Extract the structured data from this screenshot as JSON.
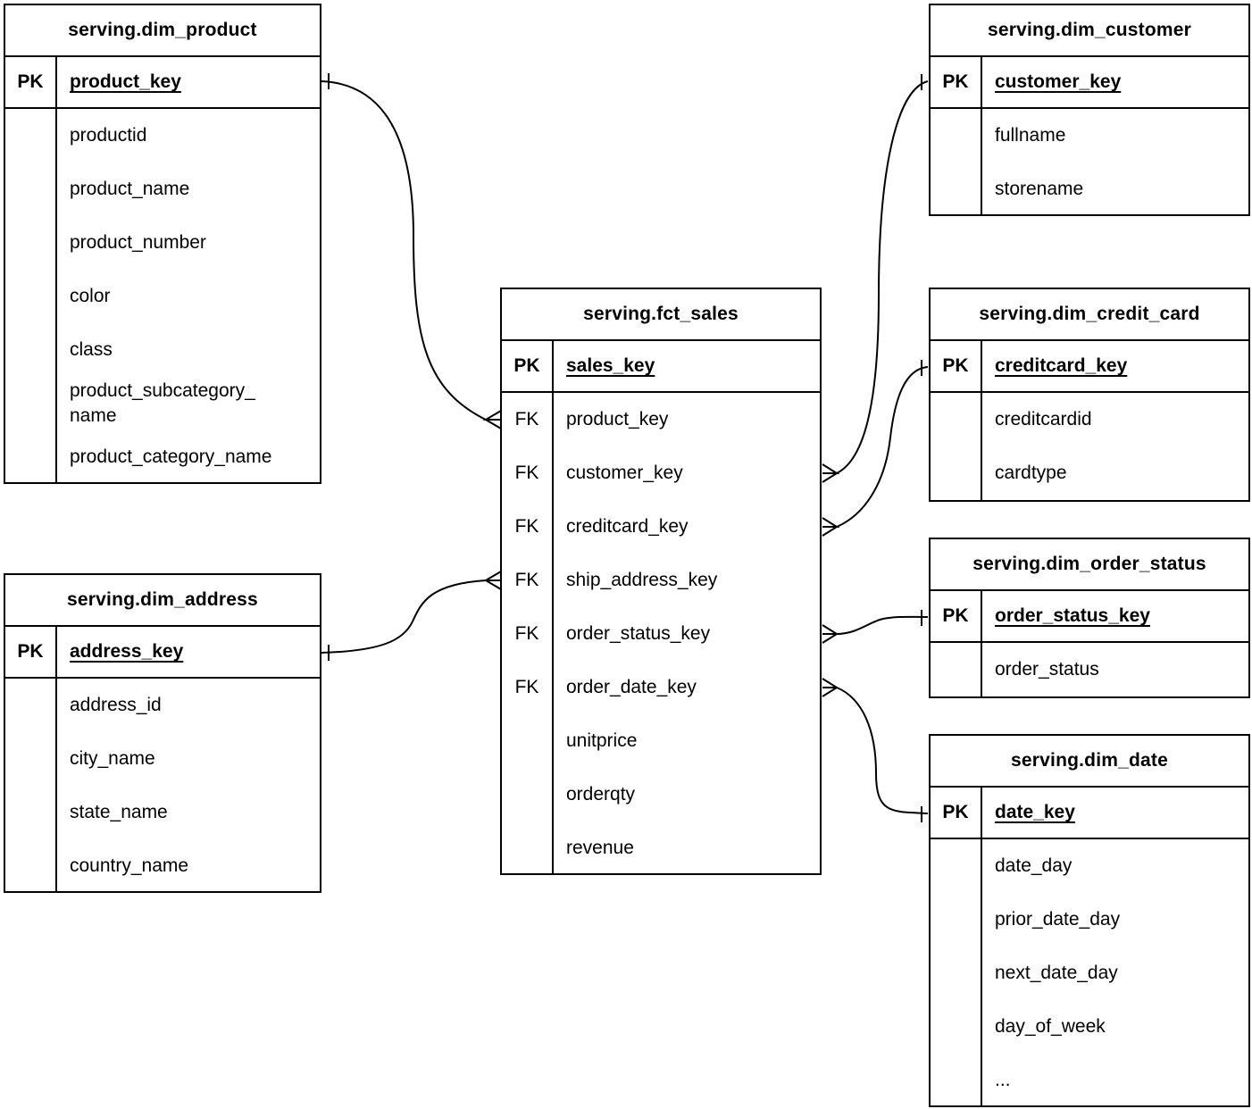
{
  "diagram": {
    "tables": {
      "dim_product": {
        "title": "serving.dim_product",
        "pk_tag": "PK",
        "pk_name": "product_key",
        "fields": [
          {
            "tag": "",
            "name": "productid"
          },
          {
            "tag": "",
            "name": "product_name"
          },
          {
            "tag": "",
            "name": "product_number"
          },
          {
            "tag": "",
            "name": "color"
          },
          {
            "tag": "",
            "name": "class"
          },
          {
            "tag": "",
            "name": "product_subcategory_\nname"
          },
          {
            "tag": "",
            "name": "product_category_name"
          }
        ]
      },
      "dim_customer": {
        "title": "serving.dim_customer",
        "pk_tag": "PK",
        "pk_name": "customer_key",
        "fields": [
          {
            "tag": "",
            "name": "fullname"
          },
          {
            "tag": "",
            "name": "storename"
          }
        ]
      },
      "fct_sales": {
        "title": "serving.fct_sales",
        "pk_tag": "PK",
        "pk_name": "sales_key",
        "fields": [
          {
            "tag": "FK",
            "name": "product_key"
          },
          {
            "tag": "FK",
            "name": "customer_key"
          },
          {
            "tag": "FK",
            "name": "creditcard_key"
          },
          {
            "tag": "FK",
            "name": "ship_address_key"
          },
          {
            "tag": "FK",
            "name": "order_status_key"
          },
          {
            "tag": "FK",
            "name": "order_date_key"
          },
          {
            "tag": "",
            "name": "unitprice"
          },
          {
            "tag": "",
            "name": "orderqty"
          },
          {
            "tag": "",
            "name": "revenue"
          }
        ]
      },
      "dim_credit_card": {
        "title": "serving.dim_credit_card",
        "pk_tag": "PK",
        "pk_name": "creditcard_key",
        "fields": [
          {
            "tag": "",
            "name": "creditcardid"
          },
          {
            "tag": "",
            "name": "cardtype"
          }
        ]
      },
      "dim_order_status": {
        "title": "serving.dim_order_status",
        "pk_tag": "PK",
        "pk_name": "order_status_key",
        "fields": [
          {
            "tag": "",
            "name": "order_status"
          }
        ]
      },
      "dim_date": {
        "title": "serving.dim_date",
        "pk_tag": "PK",
        "pk_name": "date_key",
        "fields": [
          {
            "tag": "",
            "name": "date_day"
          },
          {
            "tag": "",
            "name": "prior_date_day"
          },
          {
            "tag": "",
            "name": "next_date_day"
          },
          {
            "tag": "",
            "name": "day_of_week"
          },
          {
            "tag": "",
            "name": "..."
          }
        ]
      },
      "dim_address": {
        "title": "serving.dim_address",
        "pk_tag": "PK",
        "pk_name": "address_key",
        "fields": [
          {
            "tag": "",
            "name": "address_id"
          },
          {
            "tag": "",
            "name": "city_name"
          },
          {
            "tag": "",
            "name": "state_name"
          },
          {
            "tag": "",
            "name": "country_name"
          }
        ]
      }
    },
    "relationships": [
      {
        "one_table": "serving.dim_product",
        "one_field": "product_key",
        "many_table": "serving.fct_sales",
        "many_field": "product_key",
        "cardinality": "one-to-many"
      },
      {
        "one_table": "serving.dim_customer",
        "one_field": "customer_key",
        "many_table": "serving.fct_sales",
        "many_field": "customer_key",
        "cardinality": "one-to-many"
      },
      {
        "one_table": "serving.dim_credit_card",
        "one_field": "creditcard_key",
        "many_table": "serving.fct_sales",
        "many_field": "creditcard_key",
        "cardinality": "one-to-many"
      },
      {
        "one_table": "serving.dim_order_status",
        "one_field": "order_status_key",
        "many_table": "serving.fct_sales",
        "many_field": "order_status_key",
        "cardinality": "one-to-many"
      },
      {
        "one_table": "serving.dim_date",
        "one_field": "date_key",
        "many_table": "serving.fct_sales",
        "many_field": "order_date_key",
        "cardinality": "one-to-many"
      },
      {
        "one_table": "serving.dim_address",
        "one_field": "address_key",
        "many_table": "serving.fct_sales",
        "many_field": "ship_address_key",
        "cardinality": "one-to-many"
      }
    ],
    "colors": {
      "line": "#000000",
      "background": "#ffffff",
      "text": "#000000"
    }
  }
}
